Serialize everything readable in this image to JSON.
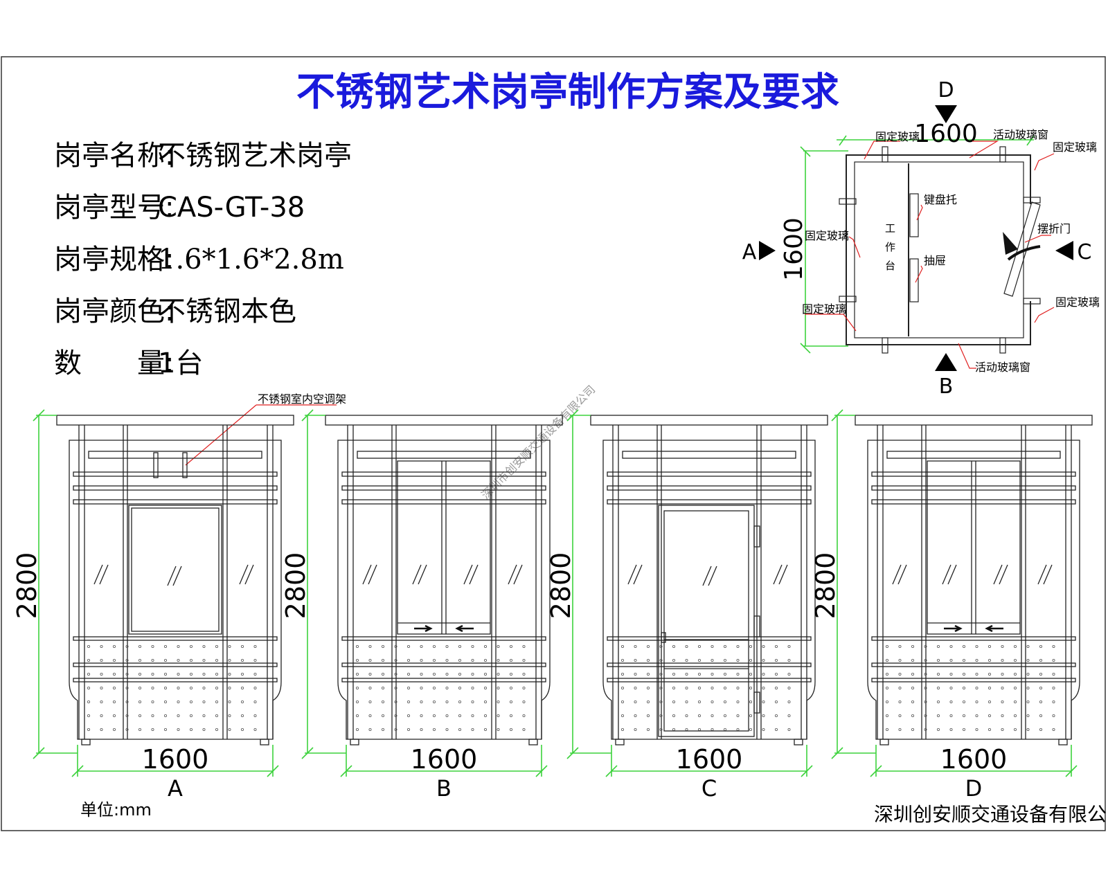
{
  "title": "不锈钢艺术岗亭制作方案及要求",
  "specs": [
    {
      "label": "岗亭名称:",
      "value": "不锈钢艺术岗亭"
    },
    {
      "label": "岗亭型号:",
      "value": "CAS-GT-38"
    },
    {
      "label": "岗亭规格:",
      "value": "1.6*1.6*2.8m"
    },
    {
      "label": "岗亭颜色:",
      "value": "不锈钢本色"
    },
    {
      "label": "数　　量:",
      "value": "1台"
    }
  ],
  "plan": {
    "top_letter": "D",
    "bottom_letter": "B",
    "left_letter": "A",
    "right_letter": "C",
    "width_dim": "1600",
    "depth_dim": "1600",
    "labels": {
      "fixed_glass_top_left": "固定玻璃",
      "sliding_window_top": "活动玻璃窗",
      "fixed_glass_top_right": "固定玻璃",
      "keyboard_tray": "键盘托",
      "folding_door": "摆折门",
      "drawer": "抽屉",
      "workbench": "工作台",
      "fixed_glass_left": "固定玻璃",
      "fixed_glass_bottom_left": "固定玻璃",
      "fixed_glass_bottom_right": "固定玻璃",
      "sliding_window_bottom": "活动玻璃窗"
    }
  },
  "annotation_ac_rack": "不锈钢室内空调架",
  "watermark": "深圳市创安顺交通设备有限公司",
  "views": [
    {
      "letter": "A",
      "width": "1600",
      "height": "2800"
    },
    {
      "letter": "B",
      "width": "1600",
      "height": "2800"
    },
    {
      "letter": "C",
      "width": "1600",
      "height": "2800"
    },
    {
      "letter": "D",
      "width": "1600",
      "height": "2800"
    }
  ],
  "unit": "单位:mm",
  "company": "深圳创安顺交通设备有限公司",
  "colors": {
    "title": "#1a1adc",
    "dimension": "#3cd23c",
    "leader": "#e02020",
    "line": "#222222"
  }
}
